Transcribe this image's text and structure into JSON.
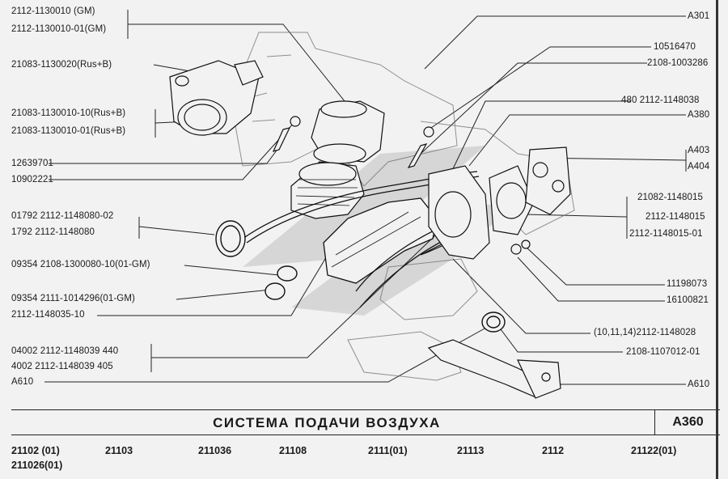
{
  "diagram": {
    "left_labels": [
      "2112-1130010      (GM)",
      "2112-1130010-01(GM)",
      "21083-1130020(Rus+B)",
      "21083-1130010-10(Rus+B)",
      "21083-1130010-01(Rus+B)",
      "12639701",
      "10902221",
      "01792  2112-1148080-02",
      "1792    2112-1148080",
      "09354  2108-1300080-10(01-GM)",
      "09354  2111-1014296(01-GM)",
      "2112-1148035-10",
      "04002  2112-1148039  440",
      "4002   2112-1148039    405",
      "A610"
    ],
    "right_labels": [
      "A301",
      "10516470",
      "2108-1003286",
      "480  2112-1148038",
      "A380",
      "A403",
      "A404",
      "21082-1148015",
      "2112-1148015",
      "2112-1148015-01",
      "11198073",
      "16100821",
      "(10,11,14)2112-1148028",
      "2108-1107012-01",
      "A610"
    ],
    "title": "СИСТЕМА  ПОДАЧИ  ВОЗДУХА",
    "code": "A360",
    "models": [
      "21102  (01)",
      "211026(01)",
      "21103",
      "211036",
      "21108",
      "2111(01)",
      "21113",
      "2112",
      "21122(01)"
    ]
  }
}
